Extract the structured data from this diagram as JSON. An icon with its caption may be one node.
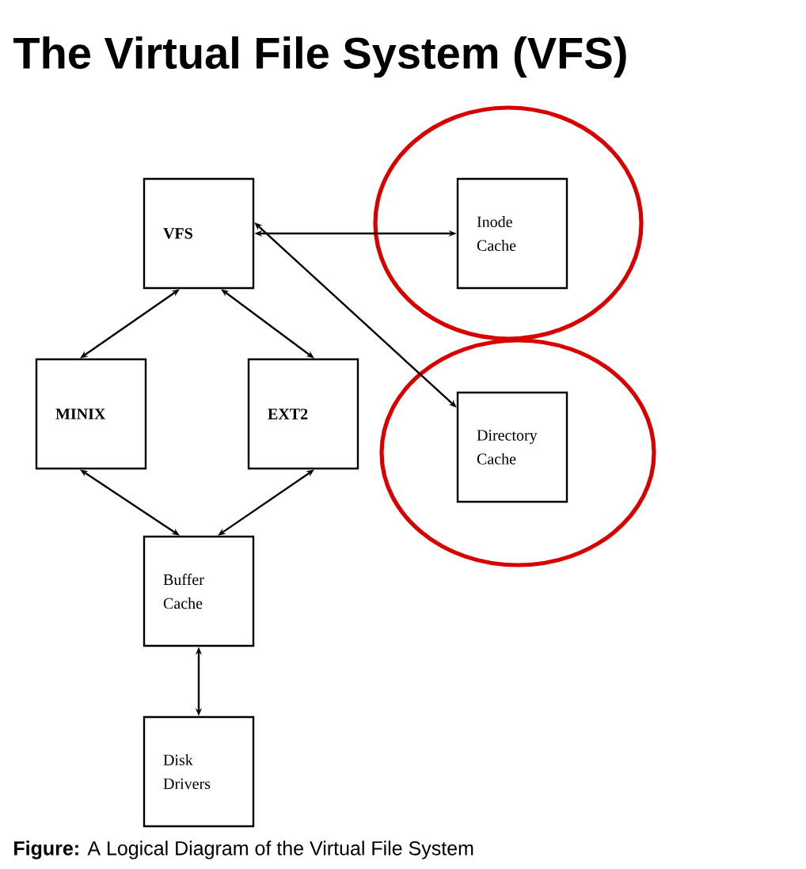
{
  "diagram": {
    "title": "The Virtual File System (VFS)",
    "caption": "**Figure:** A Logical Diagram of the Virtual File System",
    "nodes": [
      {
        "text": [
          "VFS"
        ]
      },
      {
        "text": [
          "Inode Cache"
        ]
      },
      {
        "text": [
          "MINIX"
        ]
      },
      {
        "text": [
          "EXT2"
        ]
      },
      {
        "text": [
          "Directory Cache"
        ]
      },
      {
        "text": [
          "Buffer Cache"
        ]
      },
      {
        "text": [
          "Disk Drivers"
        ]
      }
    ],
    "edges": [
      {
        "from": 0,
        "to": 1,
        "arrow": "both"
      },
      {
        "from": 0,
        "to": 2,
        "arrow": "both"
      },
      {
        "from": 0,
        "to": 3,
        "arrow": "both"
      },
      {
        "from": 0,
        "to": 4,
        "arrow": "both"
      },
      {
        "from": 2,
        "to": 5,
        "arrow": "both"
      },
      {
        "from": 3,
        "to": 5,
        "arrow": "both"
      },
      {
        "from": 5,
        "to": 6,
        "arrow": "both"
      }
    ]
  }
}
